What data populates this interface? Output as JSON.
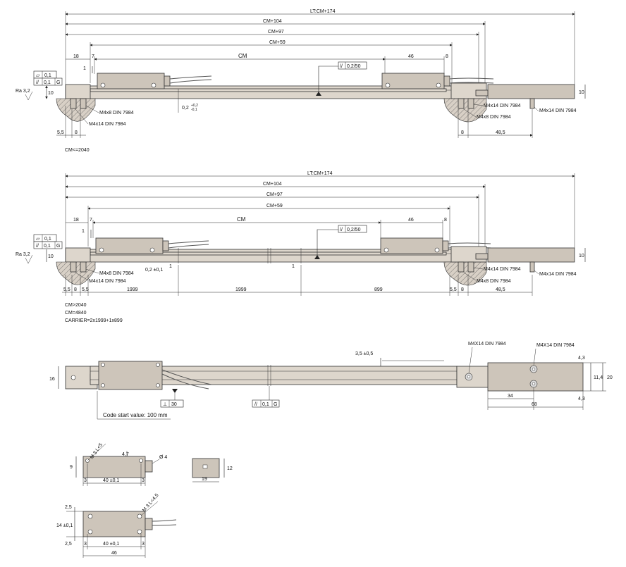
{
  "view1": {
    "lt": "LT:CM+174",
    "cm104": "CM+104",
    "cm97": "CM+97",
    "cm59": "CM+59",
    "cm": "CM",
    "d18": "18",
    "d7": "7",
    "d46": "46",
    "d8": "8",
    "d1": "1",
    "d10a": "10",
    "d10b": "10",
    "flat": "0,1",
    "par": "0,1",
    "datum": "G",
    "ra": "Ra 3,2",
    "par_tol": "0,2/50",
    "tol02": "0,2",
    "tol_plus": "+0,2",
    "tol_minus": "-0,1",
    "m4x8": "M4x8 DIN 7984",
    "m4x14": "M4x14 DIN 7984",
    "m4x14r": "M4x14 DIN 7984",
    "m4x8r": "M4x8 DIN 7984",
    "m4x14far": "M4x14 DIN 7984",
    "d55": "5,5",
    "d8b": "8",
    "d8c": "8",
    "d485": "48,5",
    "note": "CM<=2040"
  },
  "view2": {
    "lt": "LT:CM+174",
    "cm104": "CM+104",
    "cm97": "CM+97",
    "cm59": "CM+59",
    "cm": "CM",
    "d18": "18",
    "d7": "7",
    "d46": "46",
    "d8": "8",
    "d1": "1",
    "d1b": "1",
    "d1c": "1",
    "d10a": "10",
    "d10b": "10",
    "flat": "0,1",
    "par": "0,1",
    "datum": "G",
    "ra": "Ra 3,2",
    "par_tol": "0,2/50",
    "tol": "0,2 ±0,1",
    "m4x8": "M4x8 DIN 7984",
    "m4x14": "M4x14 DIN 7984",
    "m4x14r": "M4x14 DIN 7984",
    "m4x8r": "M4x8 DIN 7984",
    "m4x14far": "M4x14 DIN 7984",
    "d55a": "5,5",
    "d8a": "8",
    "d55b": "5,5",
    "s1999a": "1999",
    "s1999b": "1999",
    "s899": "899",
    "d55c": "5,5",
    "d8b": "8",
    "d485": "48,5",
    "note1": "CM>2040",
    "note2": "CM=4840",
    "note3": "CARRIER=2x1999+1x899"
  },
  "view3": {
    "d16": "16",
    "d35": "3,5 ±0,5",
    "m4x14a": "M4X14 DIN 7984",
    "m4x14b": "M4X14 DIN 7984",
    "d43a": "4,3",
    "d114": "11,4",
    "d20": "20",
    "d43b": "4,3",
    "d34": "34",
    "d68": "68",
    "perp": "30",
    "par2": "0,1",
    "datum2": "G",
    "code_start": "Code start value: 100 mm"
  },
  "detail1": {
    "d9": "9",
    "m3": "M 3 L<5",
    "d47": "4,7",
    "dia4": "Ø 4",
    "d3a": "3",
    "d40": "40 ±0,1",
    "d3b": "3",
    "d12": "12",
    "d19": "19"
  },
  "detail2": {
    "d25a": "2,5",
    "d14": "14 ±0,1",
    "d25b": "2,5",
    "m3": "M 3 L<4,5",
    "d3a": "3",
    "d40": "40 ±0,1",
    "d3b": "3",
    "d46": "46"
  }
}
